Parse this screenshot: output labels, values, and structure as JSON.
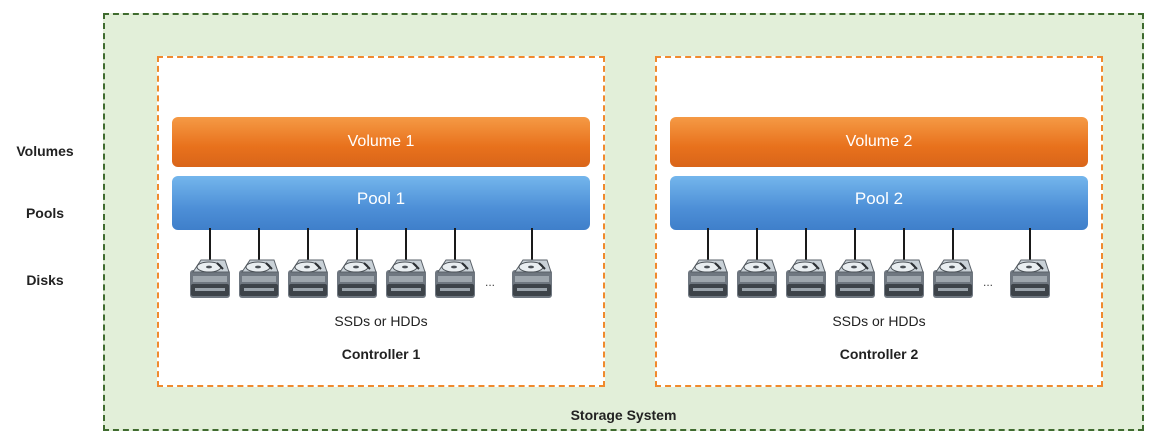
{
  "labels": {
    "volumes": "Volumes",
    "pools": "Pools",
    "disks": "Disks"
  },
  "storage_system": {
    "label": "Storage System"
  },
  "controllers": [
    {
      "volume": "Volume 1",
      "pool": "Pool 1",
      "ellipsis": "...",
      "media": "SSDs or HDDs",
      "label": "Controller 1"
    },
    {
      "volume": "Volume 2",
      "pool": "Pool 2",
      "ellipsis": "...",
      "media": "SSDs or HDDs",
      "label": "Controller 2"
    }
  ],
  "icons": {
    "disk": "hard-disk-icon"
  },
  "colors": {
    "storage_fill": "#e2efd9",
    "storage_border": "#3f6b2f",
    "controller_border": "#f08a2e",
    "volume": "#e8711c",
    "pool": "#4d8fd7"
  }
}
